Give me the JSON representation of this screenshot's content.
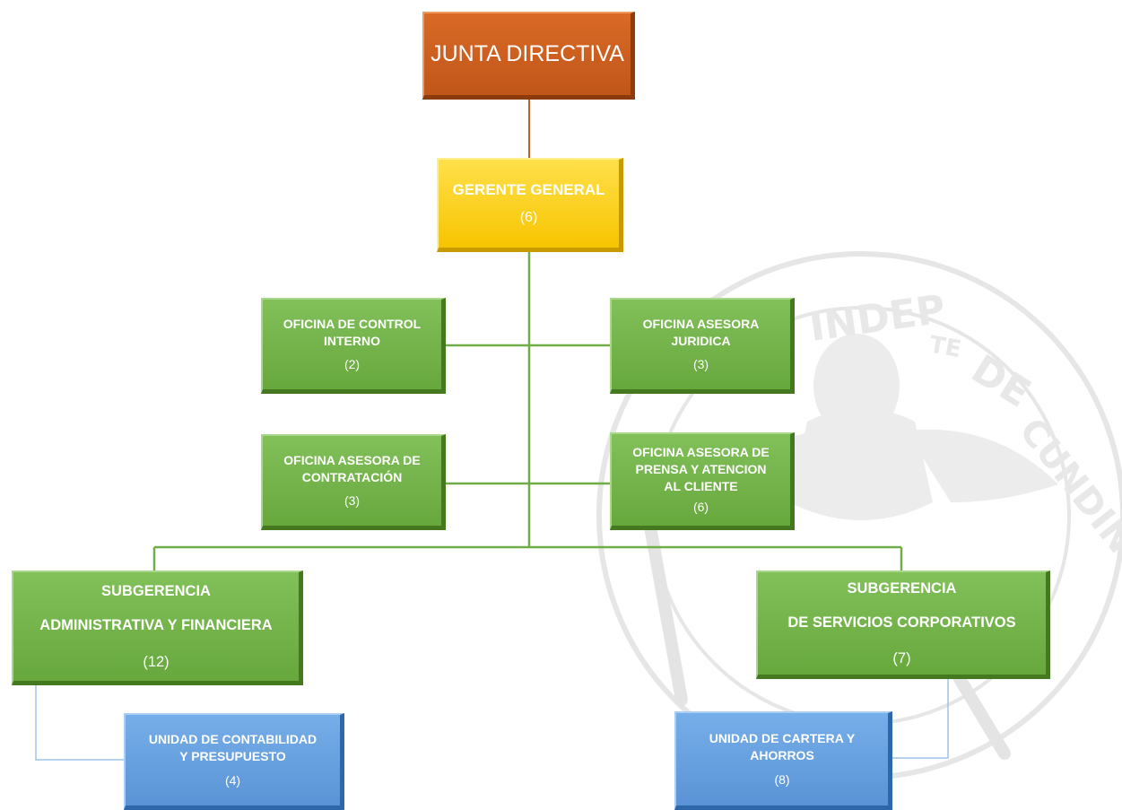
{
  "junta": {
    "title": "JUNTA DIRECTIVA"
  },
  "gerente": {
    "title": "GERENTE GENERAL",
    "count": "(6)"
  },
  "control_interno": {
    "line1": "OFICINA DE CONTROL",
    "line2": "INTERNO",
    "count": "(2)"
  },
  "juridica": {
    "line1": "OFICINA ASESORA",
    "line2": "JURIDICA",
    "count": "(3)"
  },
  "contratacion": {
    "line1": "OFICINA ASESORA DE",
    "line2": "CONTRATACIÓN",
    "count": "(3)"
  },
  "prensa": {
    "line1": "OFICINA ASESORA DE",
    "line2": "PRENSA Y ATENCION",
    "line3": "AL CLIENTE",
    "count": "(6)"
  },
  "sub_admin": {
    "line1": "SUBGERENCIA",
    "line2": "ADMINISTRATIVA Y FINANCIERA",
    "count": "(12)"
  },
  "sub_servicios": {
    "line1": "SUBGERENCIA",
    "line2": "DE SERVICIOS CORPORATIVOS",
    "count": "(7)"
  },
  "contabilidad": {
    "line1": "UNIDAD DE CONTABILIDAD",
    "line2": "Y PRESUPUESTO",
    "count": "(4)"
  },
  "cartera": {
    "line1": "UNIDAD DE CARTERA Y",
    "line2": "AHORROS",
    "count": "(8)"
  },
  "watermark": {
    "text": "INDEPTE DE CUNDINCA"
  },
  "colors": {
    "junta": "#c85a1e",
    "gerente": "#fbcb0a",
    "oficinas": "#70ad47",
    "unidades": "#5b9bd5",
    "connector_top": "#c0602a",
    "connector_green": "#70ad47",
    "connector_blue": "#9dc3e6"
  }
}
